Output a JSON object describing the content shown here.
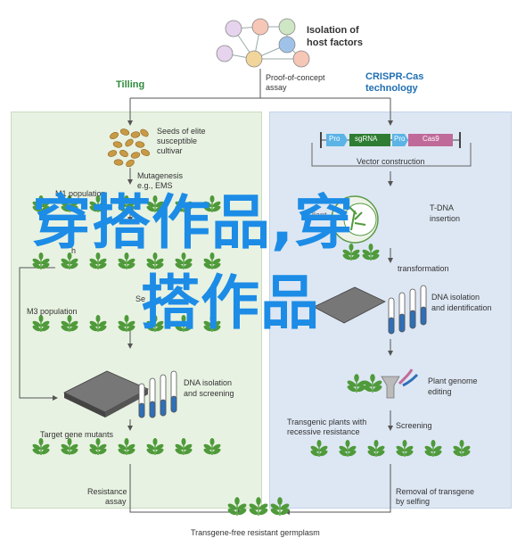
{
  "top": {
    "title_line1": "Isolation of",
    "title_line2": "host factors",
    "proof_line1": "Proof-of-concept",
    "proof_line2": "assay"
  },
  "left": {
    "header": "Tilling",
    "seeds_line1": "Seeds of elite",
    "seeds_line2": "susceptible",
    "seeds_line3": "cultivar",
    "mutagenesis_line1": "Mutagenesis",
    "mutagenesis_line2": "e.g., EMS",
    "m1_population": "M1 population",
    "m2_fragment": "h",
    "selection_fragment": "Se",
    "m3_population": "M3 population",
    "dna_line1": "DNA isolation",
    "dna_line2": "and screening",
    "target_mutants": "Target gene mutants"
  },
  "right": {
    "header_line1": "CRISPR-Cas",
    "header_line2": "technology",
    "vector_pro1": "Pro",
    "vector_sgrna": "sgRNA",
    "vector_pro2": "Pro",
    "vector_cas9": "Cas9",
    "vector_construction": "Vector construction",
    "plant_fragment": "Plant",
    "tdna_line1": "T-DNA",
    "tdna_line2": "insertion",
    "transformation_fragment": "transformation",
    "dna_line1": "DNA isolation",
    "dna_line2": "and identification",
    "genome_line1": "Plant genome",
    "genome_line2": "editing",
    "transgenic_line1": "Transgenic plants with",
    "transgenic_line2": "recessive resistance",
    "screening": "Screening"
  },
  "bottom": {
    "resistance_line1": "Resistance",
    "resistance_line2": "assay",
    "removal_line1": "Removal of transgene",
    "removal_line2": "by selfing",
    "germplasm": "Transgene-free resistant germplasm"
  },
  "watermark": {
    "line1": "穿搭作品,穿",
    "line2": "搭作品"
  },
  "colors": {
    "green_header": "#2e8b3c",
    "blue_header": "#1f6fb2",
    "panel_green": "#e8f2e2",
    "panel_blue": "#dde7f3",
    "watermark": "#1c8ce6",
    "plant_leaf": "#4f9a3a",
    "seed": "#c99a45"
  }
}
